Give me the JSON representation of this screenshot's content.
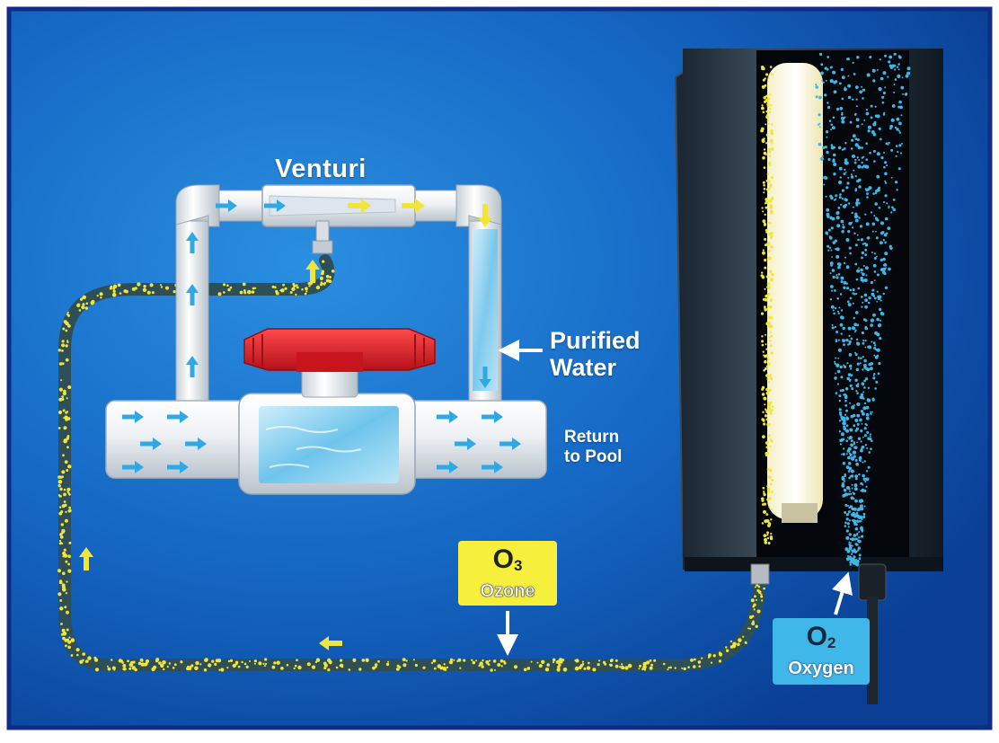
{
  "labels": {
    "venturi": "Venturi",
    "purified_line1": "Purified",
    "purified_line2": "Water",
    "return_line1": "Return",
    "return_line2": "to Pool"
  },
  "ozone": {
    "formula": "O",
    "subscript": "3",
    "name": "Ozone"
  },
  "oxygen": {
    "formula": "O",
    "subscript": "2",
    "name": "Oxygen"
  },
  "colors": {
    "background": "#1570c8",
    "border": "#0f2d86",
    "pipe": "#eef2f5",
    "valve_handle": "#d8202a",
    "ozone_tag": "#f6ef3c",
    "oxygen_tag": "#3fb7e8",
    "flow_arrow": "#2fa8e3",
    "ozone_arrow": "#f1e53a",
    "tube": "#2f4f58"
  },
  "icons": [
    "flow-arrow-icon",
    "ozone-arrow-icon",
    "white-pointer-arrow-icon"
  ]
}
